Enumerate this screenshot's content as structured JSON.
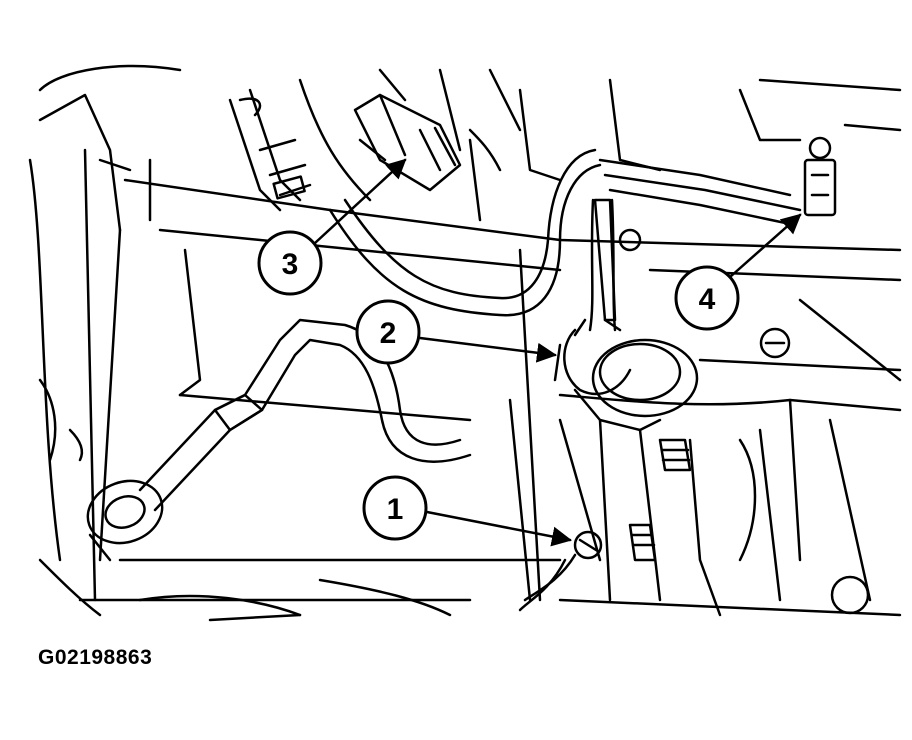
{
  "figure_id": "G02198863",
  "callouts": [
    {
      "label": "1"
    },
    {
      "label": "2"
    },
    {
      "label": "3"
    },
    {
      "label": "4"
    }
  ],
  "colors": {
    "line": "#000000",
    "background": "#ffffff"
  }
}
